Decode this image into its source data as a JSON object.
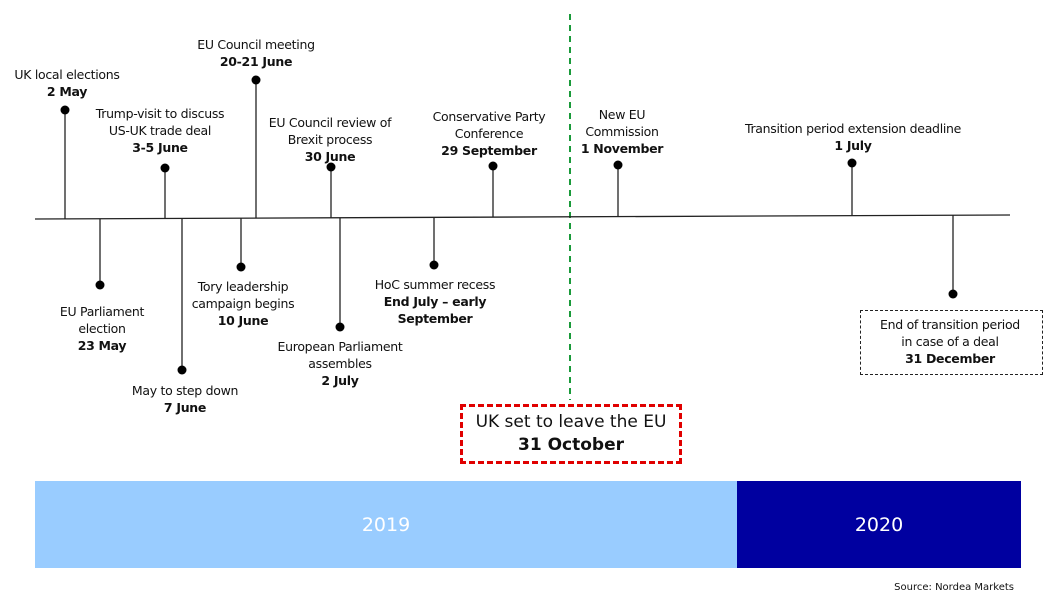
{
  "events_above": [
    {
      "title": [
        "UK local elections"
      ],
      "date": "2 May"
    },
    {
      "title": [
        "Trump-visit to discuss",
        "US-UK trade deal"
      ],
      "date": "3-5 June"
    },
    {
      "title": [
        "EU Council meeting"
      ],
      "date": "20-21 June"
    },
    {
      "title": [
        "EU Council review of",
        "Brexit process"
      ],
      "date": "30 June"
    },
    {
      "title": [
        "Conservative Party",
        "Conference"
      ],
      "date": "29 September"
    },
    {
      "title": [
        "New EU",
        "Commission"
      ],
      "date": "1 November"
    },
    {
      "title": [
        "Transition period extension deadline"
      ],
      "date": "1  July"
    }
  ],
  "events_below": [
    {
      "title": [
        "EU Parliament",
        "election"
      ],
      "date": "23 May"
    },
    {
      "title": [
        "May to step down"
      ],
      "date": "7 June"
    },
    {
      "title": [
        "Tory leadership",
        "campaign begins"
      ],
      "date": "10 June"
    },
    {
      "title": [
        "European Parliament",
        "assembles"
      ],
      "date": "2  July"
    },
    {
      "title": [
        "HoC summer recess"
      ],
      "date": "End July – early September"
    },
    {
      "title": [
        "End of transition period",
        "in case of a deal"
      ],
      "date": "31 December"
    }
  ],
  "leave": {
    "title": "UK set to leave the EU",
    "date": "31 October"
  },
  "years": [
    "2019",
    "2020"
  ],
  "colors": {
    "y2019": "#99ccff",
    "y2020": "#0000a0",
    "leave_border": "#e00000",
    "divider": "#1a9a3a"
  },
  "source": "Source: Nordea Markets"
}
